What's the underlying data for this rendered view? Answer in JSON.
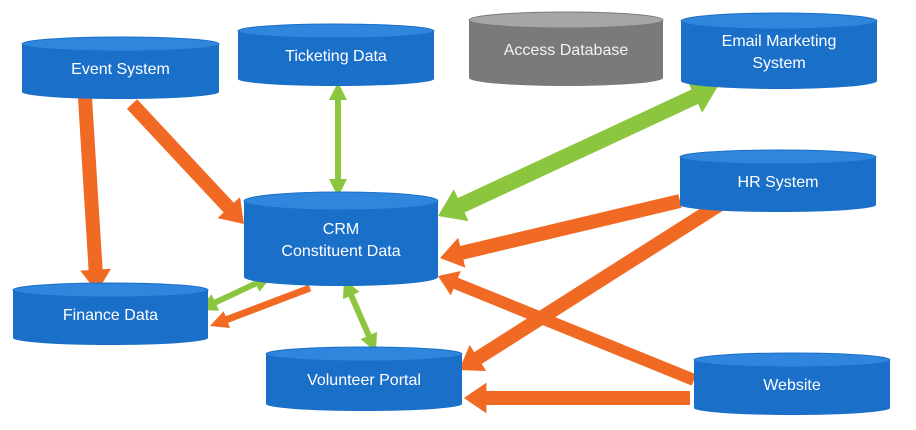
{
  "nodes": {
    "event_system": {
      "lines": [
        "Event System"
      ]
    },
    "ticketing_data": {
      "lines": [
        "Ticketing Data"
      ]
    },
    "access_database": {
      "lines": [
        "Access Database"
      ]
    },
    "email_marketing": {
      "lines": [
        "Email Marketing",
        "System"
      ]
    },
    "hr_system": {
      "lines": [
        "HR System"
      ]
    },
    "crm": {
      "lines": [
        "CRM",
        "Constituent Data"
      ]
    },
    "finance_data": {
      "lines": [
        "Finance Data"
      ]
    },
    "volunteer_portal": {
      "lines": [
        "Volunteer Portal"
      ]
    },
    "website": {
      "lines": [
        "Website"
      ]
    }
  },
  "colors": {
    "db_blue": "#1a6fc9",
    "db_blue_top": "#2f86dc",
    "db_grey": "#7a7a7a",
    "db_grey_top": "#a6a6a6",
    "arrow_orange": "#f06a24",
    "arrow_green": "#8cc63f"
  },
  "connections": [
    {
      "from": "event_system",
      "to": "finance_data",
      "color": "orange",
      "direction": "one-way"
    },
    {
      "from": "event_system",
      "to": "crm",
      "color": "orange",
      "direction": "one-way"
    },
    {
      "from": "ticketing_data",
      "to": "crm",
      "color": "green",
      "direction": "two-way"
    },
    {
      "from": "email_marketing",
      "to": "crm",
      "color": "green",
      "direction": "two-way"
    },
    {
      "from": "hr_system",
      "to": "crm",
      "color": "orange",
      "direction": "one-way"
    },
    {
      "from": "hr_system",
      "to": "volunteer_portal",
      "color": "orange",
      "direction": "one-way"
    },
    {
      "from": "crm",
      "to": "finance_data",
      "color": "green",
      "direction": "two-way"
    },
    {
      "from": "crm",
      "to": "finance_data",
      "color": "orange",
      "direction": "one-way"
    },
    {
      "from": "crm",
      "to": "volunteer_portal",
      "color": "green",
      "direction": "two-way"
    },
    {
      "from": "website",
      "to": "crm",
      "color": "orange",
      "direction": "one-way"
    },
    {
      "from": "website",
      "to": "volunteer_portal",
      "color": "orange",
      "direction": "one-way"
    }
  ]
}
